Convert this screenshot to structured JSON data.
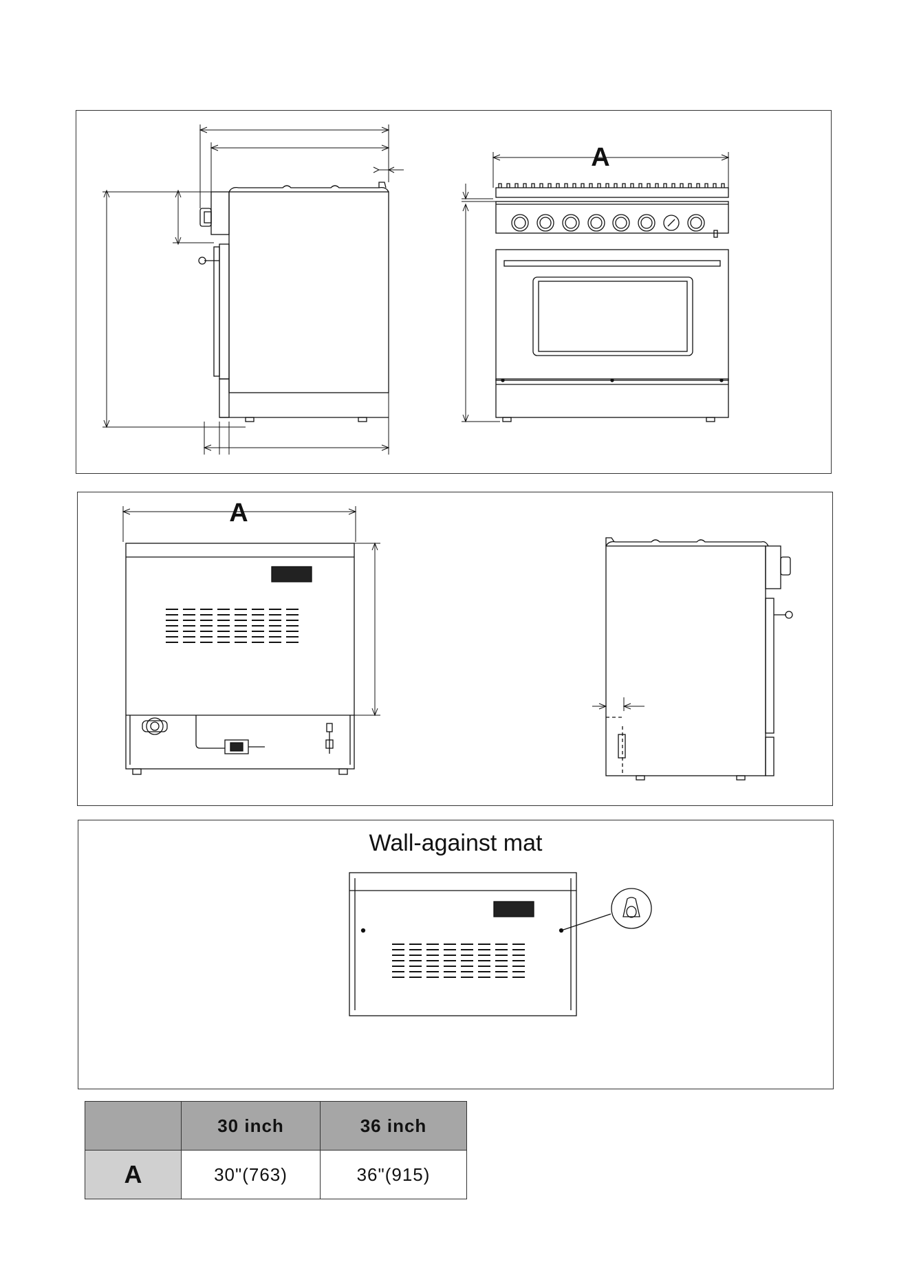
{
  "top_panel": {
    "front_width_label": "A"
  },
  "middle_panel": {
    "rear_width_label": "A"
  },
  "bottom_panel": {
    "title": "Wall-against mat"
  },
  "size_table": {
    "header": [
      "",
      "30 inch",
      "36 inch"
    ],
    "rows": [
      {
        "label": "A",
        "values": [
          "30\"(763)",
          "36\"(915)"
        ]
      }
    ]
  }
}
